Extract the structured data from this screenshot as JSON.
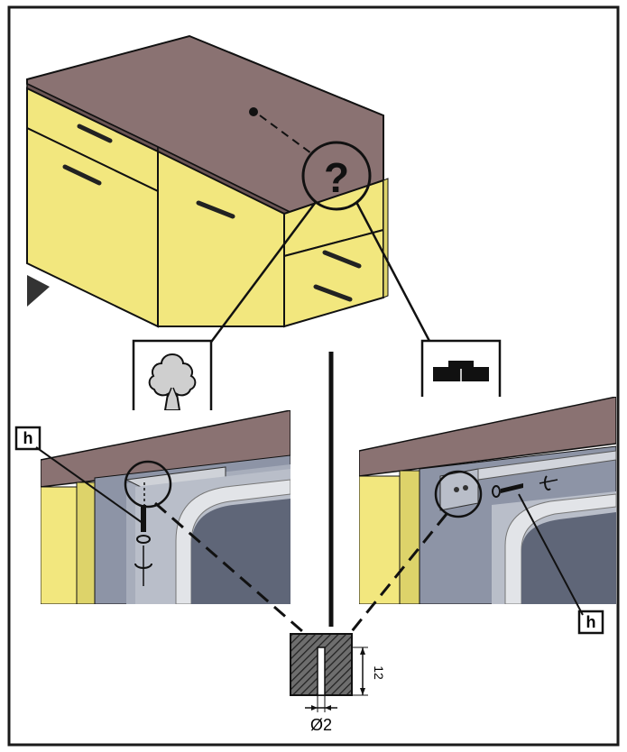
{
  "colors": {
    "worktop": "#8a7272",
    "worktop_dark": "#6b5555",
    "cabinet": "#f2e77e",
    "cabinet_side": "#ddd36a",
    "appliance_body": "#8d94a6",
    "appliance_dark": "#5f6678",
    "door_frame": "#d2d5dc",
    "outline": "#111111"
  },
  "labels": {
    "question_mark": "?",
    "h_left": "h",
    "h_right": "h",
    "depth_value": "12",
    "diameter_value": "Ø2"
  },
  "icons": {
    "wood_worktop": "tree-icon",
    "stone_worktop": "stone-slab-icon",
    "unknown_material": "question-icon",
    "screwdriver_rotation": "rotate-arrow-icon"
  }
}
